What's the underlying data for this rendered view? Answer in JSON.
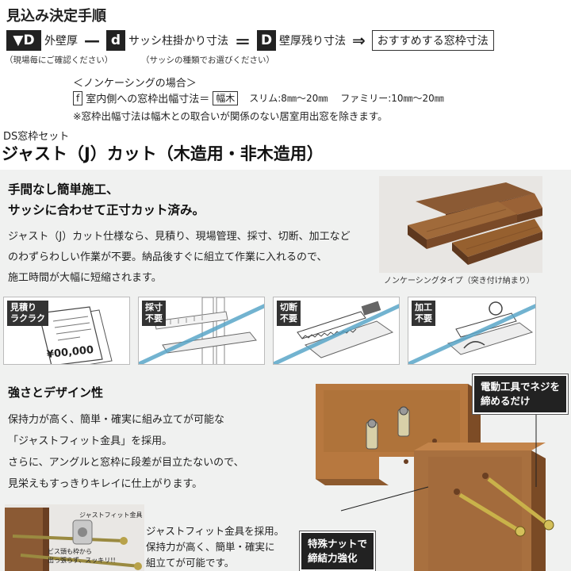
{
  "steps": {
    "title": "見込み決定手順",
    "d1_letter": "▼D",
    "d1_label": "外壁厚",
    "minus": "—",
    "d2_letter": "d",
    "d2_label": "サッシ柱掛かり寸法",
    "equals": "＝",
    "d3_letter": "D",
    "d3_label": "壁厚残り寸法",
    "arrow": "⇒",
    "result": "おすすめする窓枠寸法",
    "note_site": "（現場毎にご確認ください）",
    "note_sash": "（サッシの種類でお選びください）"
  },
  "noncasing": {
    "heading": "＜ノンケーシングの場合＞",
    "f_letter": "f",
    "formula_text": "室内側への窓枠出幅寸法＝",
    "width_box": "幅木",
    "slim": "スリム:8㎜～20㎜",
    "family": "ファミリー:10㎜～20㎜",
    "exception": "※窓枠出幅寸法は幅木との取合いが関係のない居室用出窓を除きます。"
  },
  "product": {
    "subtitle": "DS窓枠セット",
    "title": "ジャスト（J）カット（木造用・非木造用）"
  },
  "easy": {
    "heading1": "手間なし簡単施工、",
    "heading2": "サッシに合わせて正寸カット済み。",
    "body1": "ジャスト（J）カット仕様なら、見積り、現場管理、採寸、切断、加工など",
    "body2": "のわずらわしい作業が不要。納品後すぐに組立て作業に入れるので、",
    "body3": "施工時間が大幅に短縮されます。",
    "photo_caption": "ノンケーシングタイプ（突き付け納まり）"
  },
  "panels": [
    {
      "tag1": "見積り",
      "tag2": "ラクラク",
      "price": "¥00,000"
    },
    {
      "tag1": "採寸",
      "tag2": "不要"
    },
    {
      "tag1": "切断",
      "tag2": "不要"
    },
    {
      "tag1": "加工",
      "tag2": "不要"
    }
  ],
  "strength": {
    "heading": "強さとデザイン性",
    "body1": "保持力が高く、簡単・確実に組み立てが可能な",
    "body2": "「ジャストフィット金具」を採用。",
    "body3": "さらに、アングルと窓枠に段差が目立たないので、",
    "body4": "見栄えもすっきりキレイに仕上がります。",
    "fitting_label": "ジャストフィット金具",
    "screw_note1": "ビス頭も枠から",
    "screw_note2": "出っ張らず、スッキリ!!",
    "fit1": "ジャストフィット金具を採用。",
    "fit2": "保持力が高く、簡単・確実に",
    "fit3": "組立てが可能です。",
    "callout_tool1": "電動工具でネジを",
    "callout_tool2": "締めるだけ",
    "callout_nut1": "特殊ナットで",
    "callout_nut2": "締結力強化"
  },
  "colors": {
    "wood": "#8b5a34",
    "wood_dark": "#6a3f22",
    "wood_light": "#a8703f",
    "accent_blue": "#5aa6c8",
    "gray_bg": "#f0f1f0"
  }
}
